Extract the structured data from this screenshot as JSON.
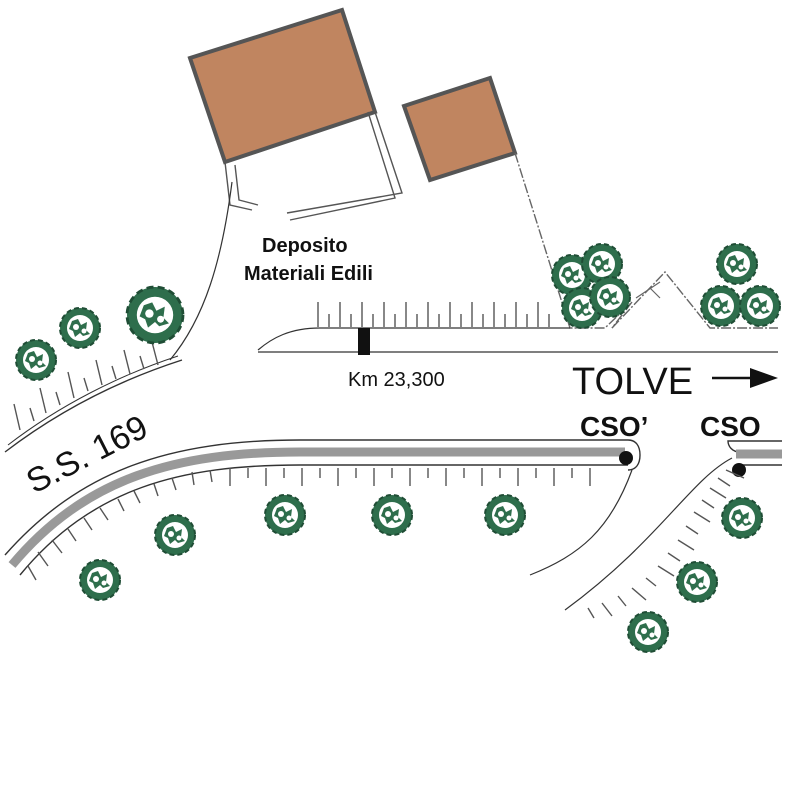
{
  "labels": {
    "depot_line1": "Deposito",
    "depot_line2": "Materiali Edili",
    "road_name": "S.S. 169",
    "km_marker": "Km 23,300",
    "direction": "TOLVE",
    "station_left": "CSO’",
    "station_right": "CSO"
  },
  "colors": {
    "building": "#c08560",
    "building_outline": "#555555",
    "tree_foliage": "#2e6e4c",
    "barrier": "#999999",
    "line": "#333333"
  },
  "icons": {
    "tree": "tree-icon",
    "arrow": "arrow-right-icon"
  }
}
